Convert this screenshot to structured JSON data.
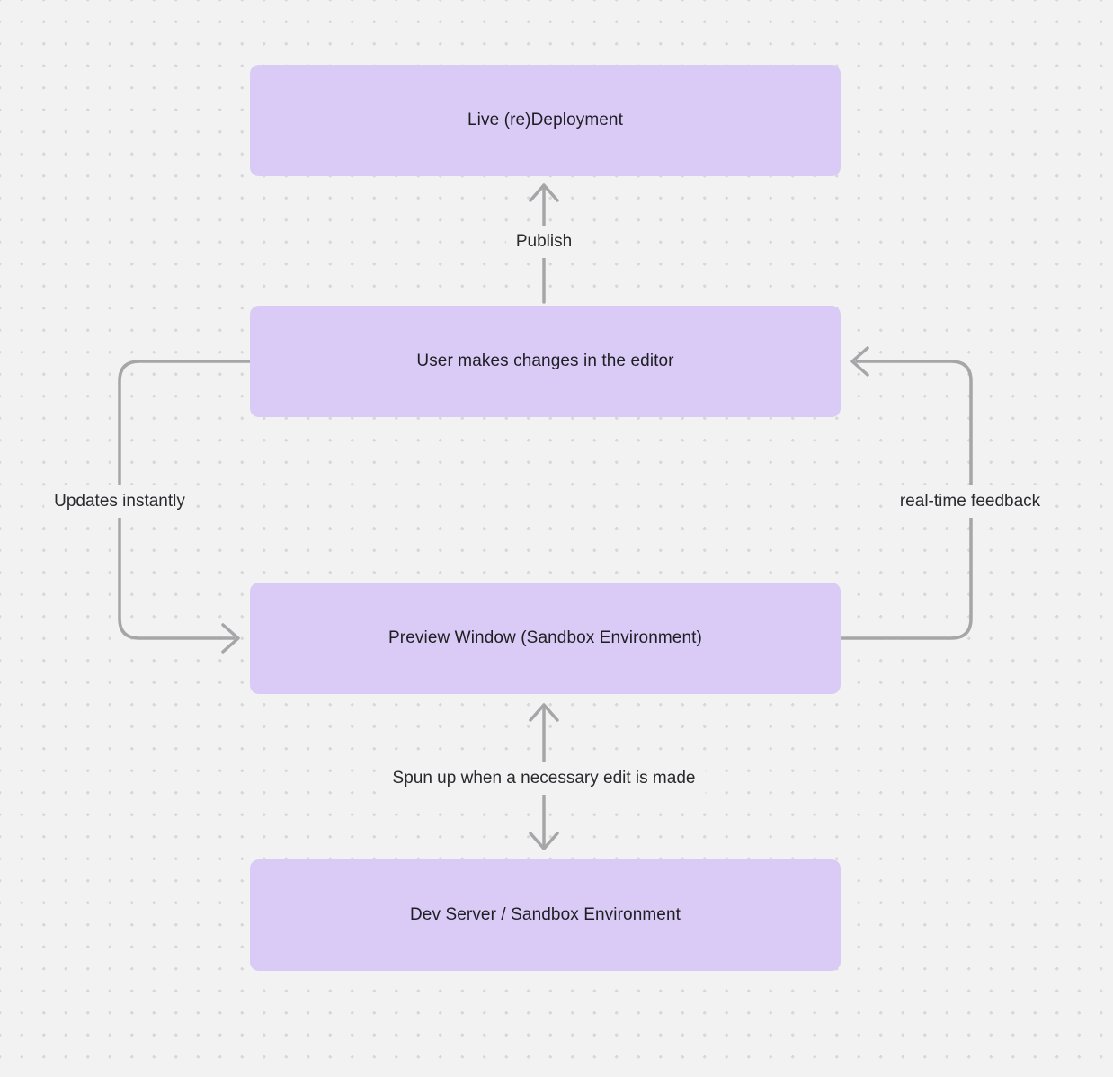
{
  "canvas": {
    "background": "#f2f2f3",
    "dot_color": "#d8d8da",
    "node_fill": "#d9cbf5",
    "node_text_color": "#1e1e23",
    "arrow_color": "#a6a6a8",
    "label_text_color": "#2a2a2e"
  },
  "diagram": {
    "title": "",
    "nodes": [
      {
        "id": "live-redeployment",
        "label": "Live (re)Deployment"
      },
      {
        "id": "editor-changes",
        "label": "User makes changes in the editor"
      },
      {
        "id": "preview-window",
        "label": "Preview Window (Sandbox Environment)"
      },
      {
        "id": "dev-server",
        "label": "Dev Server / Sandbox Environment"
      }
    ],
    "edges": [
      {
        "id": "publish",
        "label": "Publish",
        "from": "editor-changes",
        "to": "live-redeployment",
        "bidirectional": false
      },
      {
        "id": "updates-instantly",
        "label": "Updates instantly",
        "from": "editor-changes",
        "to": "preview-window",
        "bidirectional": false
      },
      {
        "id": "real-time-feedback",
        "label": "real-time feedback",
        "from": "preview-window",
        "to": "editor-changes",
        "bidirectional": false
      },
      {
        "id": "spun-up",
        "label": "Spun up when a necessary edit is made",
        "from": "preview-window",
        "to": "dev-server",
        "bidirectional": true
      }
    ]
  }
}
